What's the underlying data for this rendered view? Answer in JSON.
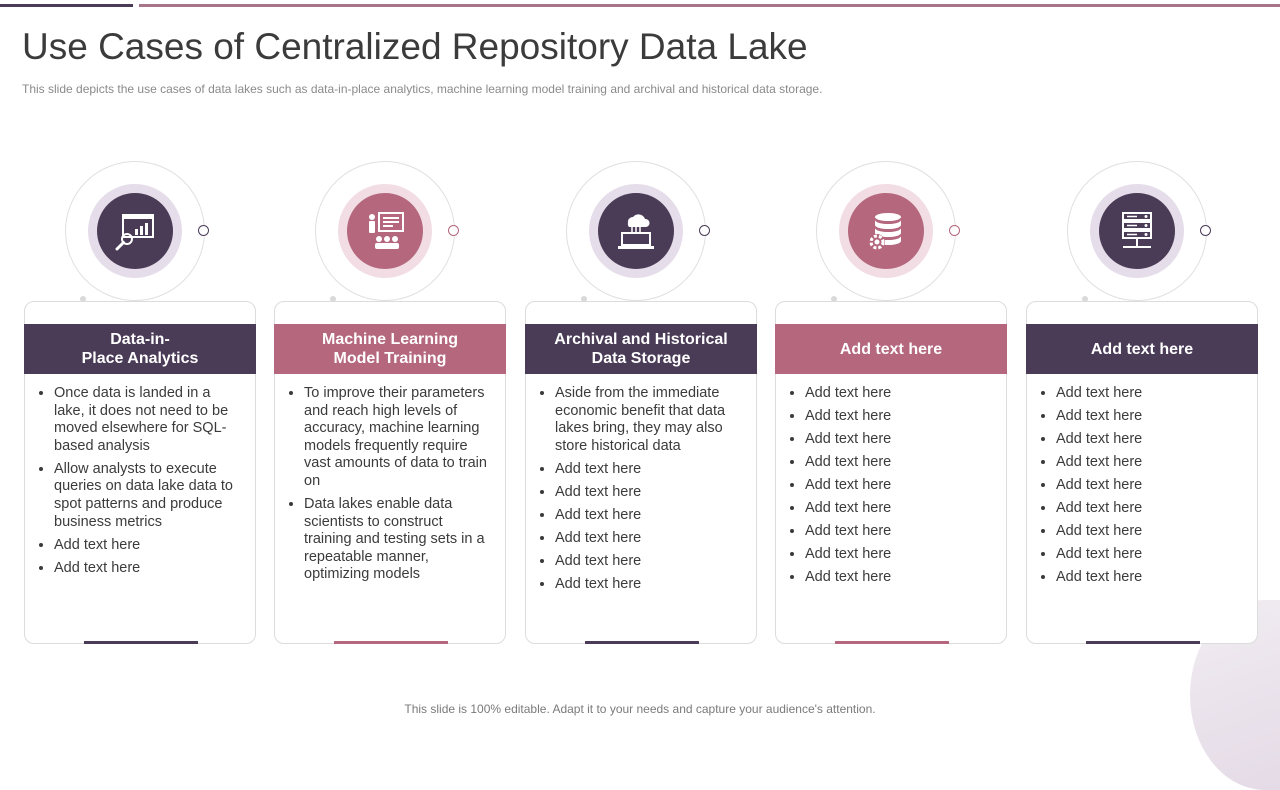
{
  "title": "Use Cases of Centralized Repository Data Lake",
  "subtitle": "This slide depicts the use cases of data lakes such as data-in-place analytics, machine learning model training and archival  and historical data storage.",
  "footer": "This slide is 100% editable. Adapt it to your needs and capture your audience's attention.",
  "colors": {
    "dark": "#4a3b57",
    "rose": "#b4677d"
  },
  "cards": [
    {
      "icon": "analytics-icon",
      "heading": "Data-in-\nPlace Analytics",
      "items": [
        "Once data is landed in a lake, it does not need to be moved elsewhere for SQL-based analysis",
        "Allow analysts to execute queries on data lake data to spot patterns and produce business metrics",
        "Add text here",
        "Add text here"
      ]
    },
    {
      "icon": "presentation-training-icon",
      "heading": "Machine Learning\nModel Training",
      "items": [
        "To improve their parameters and reach high levels of accuracy, machine learning models frequently require vast amounts of data to train on",
        "Data lakes enable data scientists to construct training and testing sets in a repeatable manner, optimizing models"
      ]
    },
    {
      "icon": "cloud-laptop-icon",
      "heading": "Archival and Historical\nData Storage",
      "items": [
        "Aside from the immediate economic benefit that data lakes bring, they may also store historical data",
        "Add text here",
        "Add text here",
        "Add text here",
        "Add text here",
        "Add text here",
        "Add text here"
      ]
    },
    {
      "icon": "database-gear-icon",
      "heading": "Add text here",
      "items": [
        "Add text here",
        "Add text here",
        "Add text here",
        "Add text here",
        "Add text here",
        "Add text here",
        "Add text here",
        "Add text here",
        "Add text here"
      ]
    },
    {
      "icon": "server-network-icon",
      "heading": "Add text here",
      "items": [
        "Add text here",
        "Add text here",
        "Add text here",
        "Add text here",
        "Add text here",
        "Add text here",
        "Add text here",
        "Add text here",
        "Add text here"
      ]
    }
  ]
}
